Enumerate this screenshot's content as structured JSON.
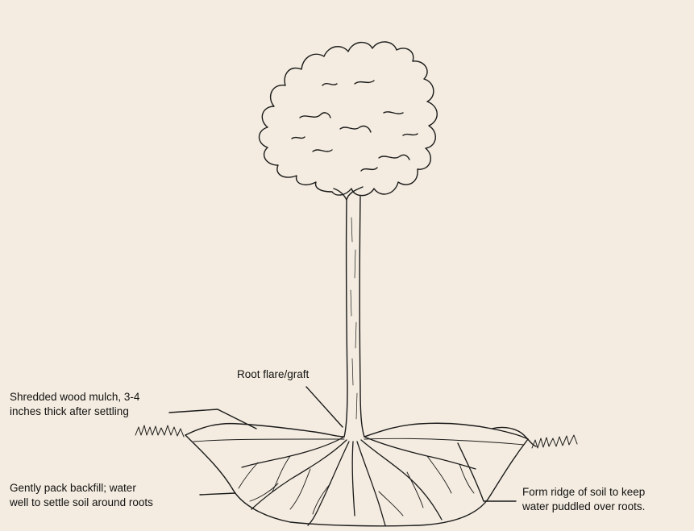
{
  "labels": {
    "root_flare": "Root flare/graft",
    "mulch": {
      "line1": "Shredded wood mulch, 3-4",
      "line2": "inches thick after settling"
    },
    "backfill": {
      "line1": "Gently pack backfill; water",
      "line2": "well to settle soil around roots"
    },
    "ridge": {
      "line1": "Form ridge of soil to keep",
      "line2": "water puddled over roots."
    }
  },
  "colors": {
    "background": "#f4ece0",
    "ink": "#1a1a1a"
  }
}
